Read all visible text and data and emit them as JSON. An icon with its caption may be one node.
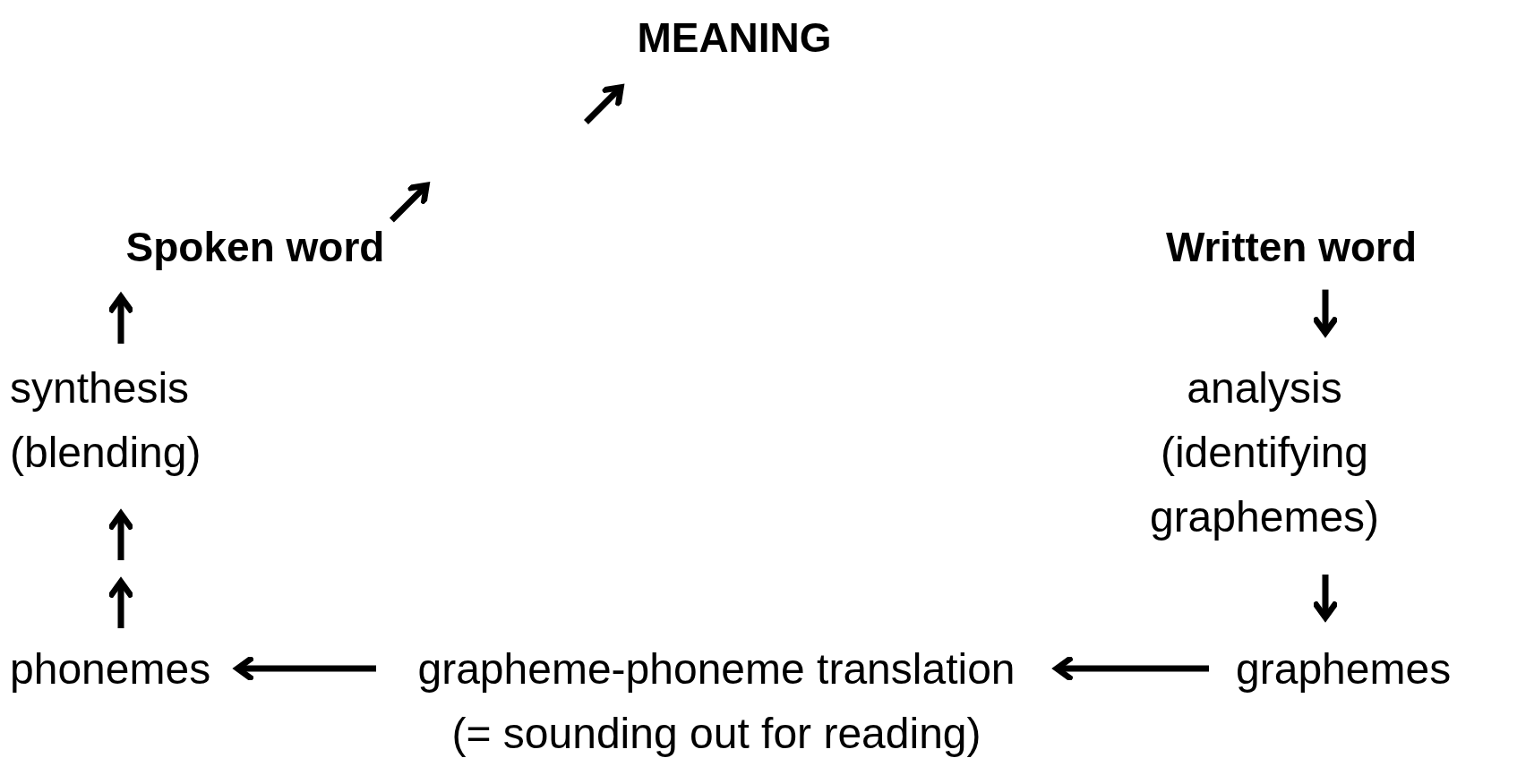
{
  "diagram": {
    "nodes": [
      {
        "text": [
          "MEANING"
        ]
      },
      {
        "text": [
          "Spoken word"
        ]
      },
      {
        "text": [
          "Written word"
        ]
      },
      {
        "text": [
          "synthesis (blending)"
        ]
      },
      {
        "text": [
          "analysis (identifying graphemes)"
        ]
      },
      {
        "text": [
          "phonemes"
        ]
      },
      {
        "text": [
          "grapheme-phoneme translation (= sounding out for reading)"
        ]
      },
      {
        "text": [
          "graphemes"
        ]
      }
    ],
    "edges": [
      {
        "from": 1,
        "to": null,
        "arrow": "to"
      },
      {
        "from": null,
        "to": 0,
        "arrow": "to"
      },
      {
        "from": 3,
        "to": 1,
        "arrow": "to"
      },
      {
        "from": 5,
        "to": null,
        "arrow": "to"
      },
      {
        "from": null,
        "to": 3,
        "arrow": "to"
      },
      {
        "from": 2,
        "to": 4,
        "arrow": "to"
      },
      {
        "from": 4,
        "to": 7,
        "arrow": "to"
      },
      {
        "from": 7,
        "to": 6,
        "arrow": "to"
      },
      {
        "from": 6,
        "to": 5,
        "arrow": "to"
      }
    ]
  }
}
